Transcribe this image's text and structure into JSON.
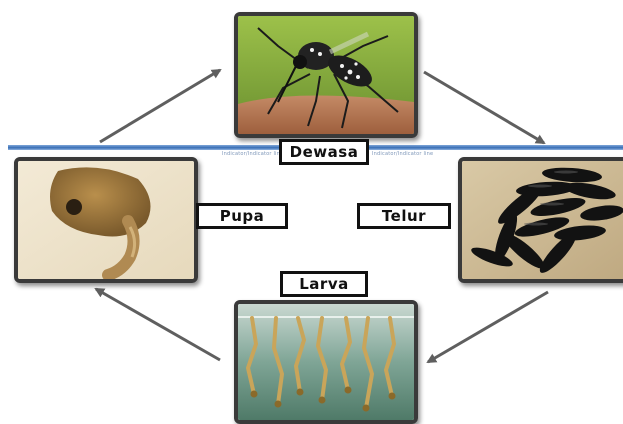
{
  "labels": {
    "dewasa": "Dewasa",
    "pupa": "Pupa",
    "telur": "Telur",
    "larva": "Larva"
  },
  "line_captions": {
    "left": "Indicator/Indicator line",
    "right": "Indicator/Indicator line"
  },
  "colors": {
    "line": "#3a6fb6",
    "arrow": "#5f5f5f",
    "frame": "#3a3a3a"
  },
  "icons": [
    "mosquito-photo",
    "pupa-photo",
    "eggs-photo",
    "larvae-photo"
  ]
}
